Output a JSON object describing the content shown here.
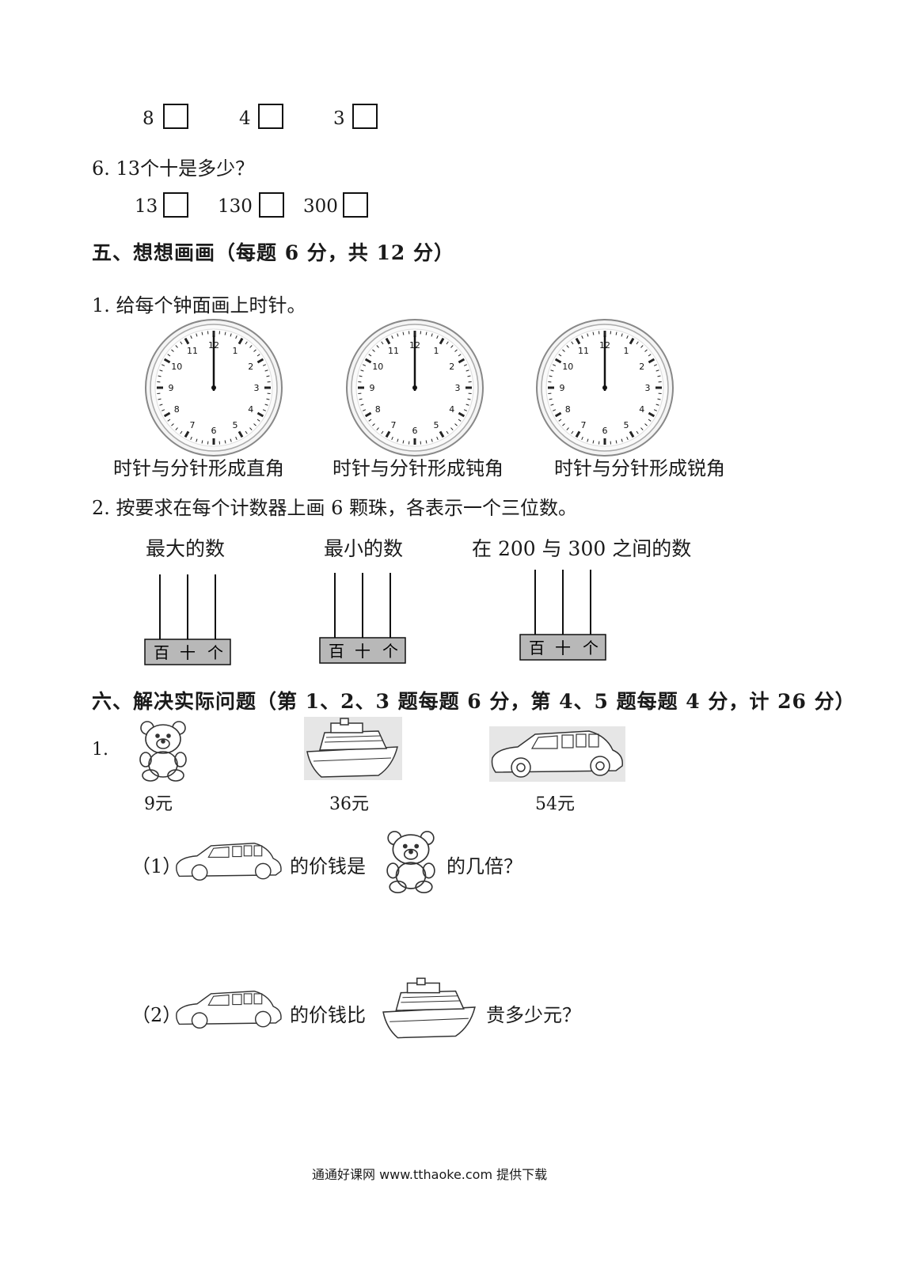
{
  "q5_options": [
    "8",
    "4",
    "3"
  ],
  "q6": {
    "question": "6. 13个十是多少？",
    "options": [
      "13",
      "130",
      "300"
    ]
  },
  "section5": {
    "title": "五、想想画画（每题 6 分，共 12 分）",
    "q1": {
      "text": "1. 给每个钟面画上时针。",
      "clock_numbers": [
        "12",
        "1",
        "2",
        "3",
        "4",
        "5",
        "6",
        "7",
        "8",
        "9",
        "10",
        "11"
      ],
      "captions": [
        "时针与分针形成直角",
        "时针与分针形成钝角",
        "时针与分针形成锐角"
      ]
    },
    "q2": {
      "text": "2. 按要求在每个计数器上画 6 颗珠，各表示一个三位数。",
      "labels": [
        "最大的数",
        "最小的数",
        "在 200 与 300 之间的数"
      ],
      "place_values": [
        "百",
        "十",
        "个"
      ]
    }
  },
  "section6": {
    "title": "六、解决实际问题（第 1、2、3 题每题 6 分，第 4、5 题每题 4 分，计 26 分）",
    "q1_number": "1.",
    "prices": [
      "9元",
      "36元",
      "54元"
    ],
    "sub1": {
      "num": "（1）",
      "mid": "的价钱是",
      "end": "的几倍？"
    },
    "sub2": {
      "num": "（2）",
      "mid": "的价钱比",
      "end": "贵多少元？"
    }
  },
  "footer": "通通好课网 www.tthaoke.com 提供下载"
}
